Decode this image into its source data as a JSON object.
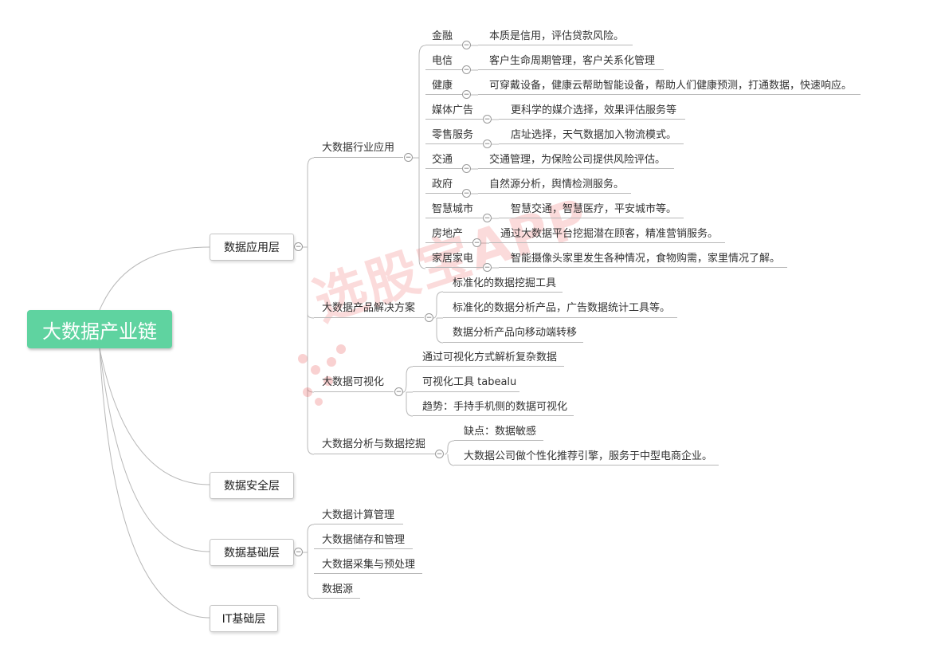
{
  "title": "大数据产业链",
  "toggle_symbol": "−",
  "watermark": "选股宝APP",
  "colors": {
    "root": "#5fd3a0",
    "line": "#b8b8b8",
    "watermark": "#eb5a5a"
  },
  "layers": [
    {
      "label": "数据应用层"
    },
    {
      "label": "数据安全层"
    },
    {
      "label": "数据基础层"
    },
    {
      "label": "IT基础层"
    }
  ],
  "application": {
    "industry": {
      "label": "大数据行业应用",
      "items": [
        {
          "label": "金融",
          "detail": "本质是信用，评估贷款风险。"
        },
        {
          "label": "电信",
          "detail": "客户生命周期管理，客户关系化管理"
        },
        {
          "label": "健康",
          "detail": "可穿戴设备，健康云帮助智能设备，帮助人们健康预测，打通数据，快速响应。"
        },
        {
          "label": "媒体广告",
          "detail": "更科学的媒介选择，效果评估服务等"
        },
        {
          "label": "零售服务",
          "detail": "店址选择，天气数据加入物流模式。"
        },
        {
          "label": "交通",
          "detail": "交通管理，为保险公司提供风险评估。"
        },
        {
          "label": "政府",
          "detail": "自然源分析，舆情检测服务。"
        },
        {
          "label": "智慧城市",
          "detail": "智慧交通，智慧医疗，平安城市等。"
        },
        {
          "label": "房地产",
          "detail": "通过大数据平台挖掘潜在顾客，精准营销服务。"
        },
        {
          "label": "家居家电",
          "detail": "智能摄像头家里发生各种情况，食物购需，家里情况了解。"
        }
      ]
    },
    "products": {
      "label": "大数据产品解决方案",
      "items": [
        "标准化的数据挖掘工具",
        "标准化的数据分析产品，广告数据统计工具等。",
        "数据分析产品向移动端转移"
      ]
    },
    "visualization": {
      "label": "大数据可视化",
      "items": [
        "通过可视化方式解析复杂数据",
        "可视化工具 tabealu",
        "趋势：手持手机侧的数据可视化"
      ]
    },
    "analysis": {
      "label": "大数据分析与数据挖掘",
      "items": [
        "缺点：数据敏感",
        "大数据公司做个性化推荐引擎，服务于中型电商企业。"
      ]
    }
  },
  "foundation": {
    "items": [
      "大数据计算管理",
      "大数据储存和管理",
      "大数据采集与预处理",
      "数据源"
    ]
  }
}
